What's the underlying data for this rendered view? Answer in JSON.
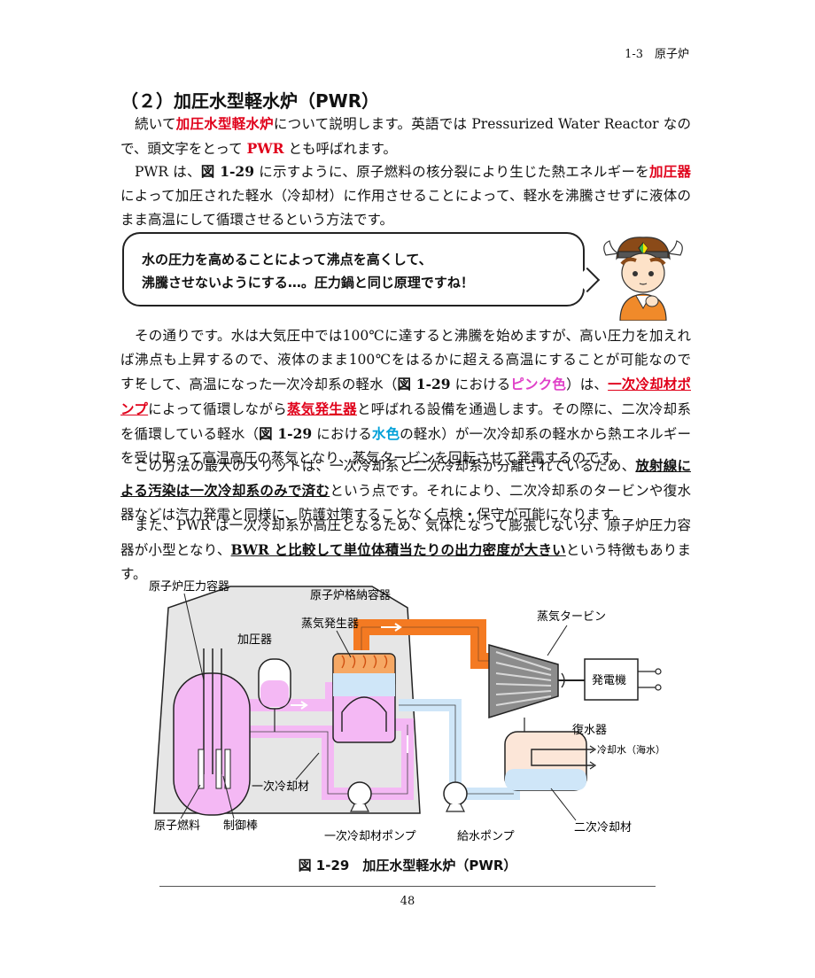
{
  "header": {
    "section": "1-3　原子炉"
  },
  "heading": "（２）加圧水型軽水炉（PWR）",
  "p1": {
    "a": "続いて",
    "b": "加圧水型軽水炉",
    "c": "について説明します。英語では Pressurized Water Reactor なので、頭文字をとって ",
    "d": "PWR",
    "e": " とも呼ばれます。"
  },
  "p2": {
    "a": "PWR は、",
    "b": "図 1-29",
    "c": " に示すように、原子燃料の核分裂により生じた熱エネルギーを",
    "d": "加圧器",
    "e": "によって加圧された軽水（冷却材）に作用させることによって、軽水を沸騰させずに液体のまま高温にして循環させるという方法です。"
  },
  "bubble": {
    "line1": "水の圧力を高めることによって沸点を高くして、",
    "line2": "沸騰させないようにする…。圧力鍋と同じ原理ですね！"
  },
  "p3": "その通りです。水は大気圧中では100℃に達すると沸騰を始めますが、高い圧力を加えれば沸点も上昇するので、液体のまま100℃をはるかに超える高温にすることが可能なのです！",
  "p4": {
    "a": "そして、高温になった一次冷却系の軽水（",
    "b": "図 1-29",
    "c": " における",
    "d": "ピンク色",
    "e": "）は、",
    "f": "一次冷却材ポンプ",
    "g": "によって循環しながら",
    "h": "蒸気発生器",
    "i": "と呼ばれる設備を通過します。その際に、二次冷却系を循環している軽水（",
    "j": "図 1-29",
    "k": " における",
    "l": "水色",
    "m": "の軽水）が一次冷却系の軽水から熱エネルギーを受け取って高温高圧の蒸気となり、蒸気タービンを回転させて発電するのです。"
  },
  "p5": {
    "a": "この方法の最大のメリットは、一次冷却系と二次冷却系が分離されているため、",
    "b": "放射線による汚染は一次冷却系のみで済む",
    "c": "という点です。それにより、二次冷却系のタービンや復水器などは汽力発電と同様に、防護対策することなく点検・保守が可能になります。"
  },
  "p6": {
    "a": "また、PWR は一次冷却系が高圧となるため、気体になって膨張しない分、原子炉圧力容器が小型となり、",
    "b": "BWR と比較して単位体積当たりの出力密度が大きい",
    "c": "という特徴もあります。"
  },
  "diagram": {
    "labels": {
      "rpv": "原子炉圧力容器",
      "containment": "原子炉格納容器",
      "steam_gen": "蒸気発生器",
      "pressurizer": "加圧器",
      "turbine": "蒸気タービン",
      "generator": "発電機",
      "condenser": "復水器",
      "cooling_water": "冷却水（海水）",
      "primary_coolant": "一次冷却材",
      "fuel": "原子燃料",
      "control_rod": "制御棒",
      "primary_pump": "一次冷却材ポンプ",
      "feed_pump": "給水ポンプ",
      "secondary_coolant": "二次冷却材"
    },
    "colors": {
      "primary": "#f4b8f4",
      "secondary": "#cfe6f8",
      "steam": "#f47a22",
      "containment": "#e6e6e6"
    }
  },
  "caption": "図 1-29　加圧水型軽水炉（PWR）",
  "page_number": "48"
}
